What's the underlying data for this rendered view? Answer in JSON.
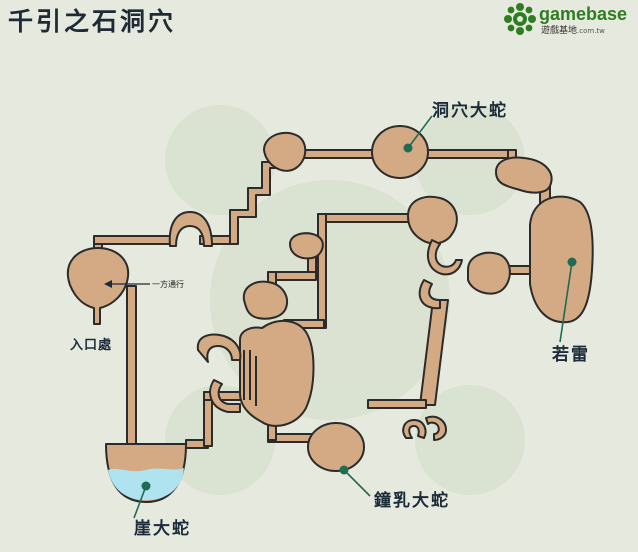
{
  "title": "千引之石洞穴",
  "logo": {
    "word": "gamebase",
    "subtitle": "遊戲基地",
    "domain": ".com.tw",
    "colors": {
      "green": "#2f7d22",
      "dark": "#1d4f14"
    }
  },
  "labels": {
    "entrance": "入口處",
    "one_way": "一方通行",
    "cliff_snake": "崖大蛇",
    "cave_snake": "洞穴大蛇",
    "stalactite_snake": "鐘乳大蛇",
    "wakaikazuchi": "若雷"
  },
  "colors": {
    "background": "#e6e9dd",
    "chamber": "#d3aa84",
    "outline": "#2b2b2b",
    "water": "#aee3ef",
    "marker": "#1f6c55"
  },
  "icons": {
    "logo": "gamebase-logo-icon"
  }
}
